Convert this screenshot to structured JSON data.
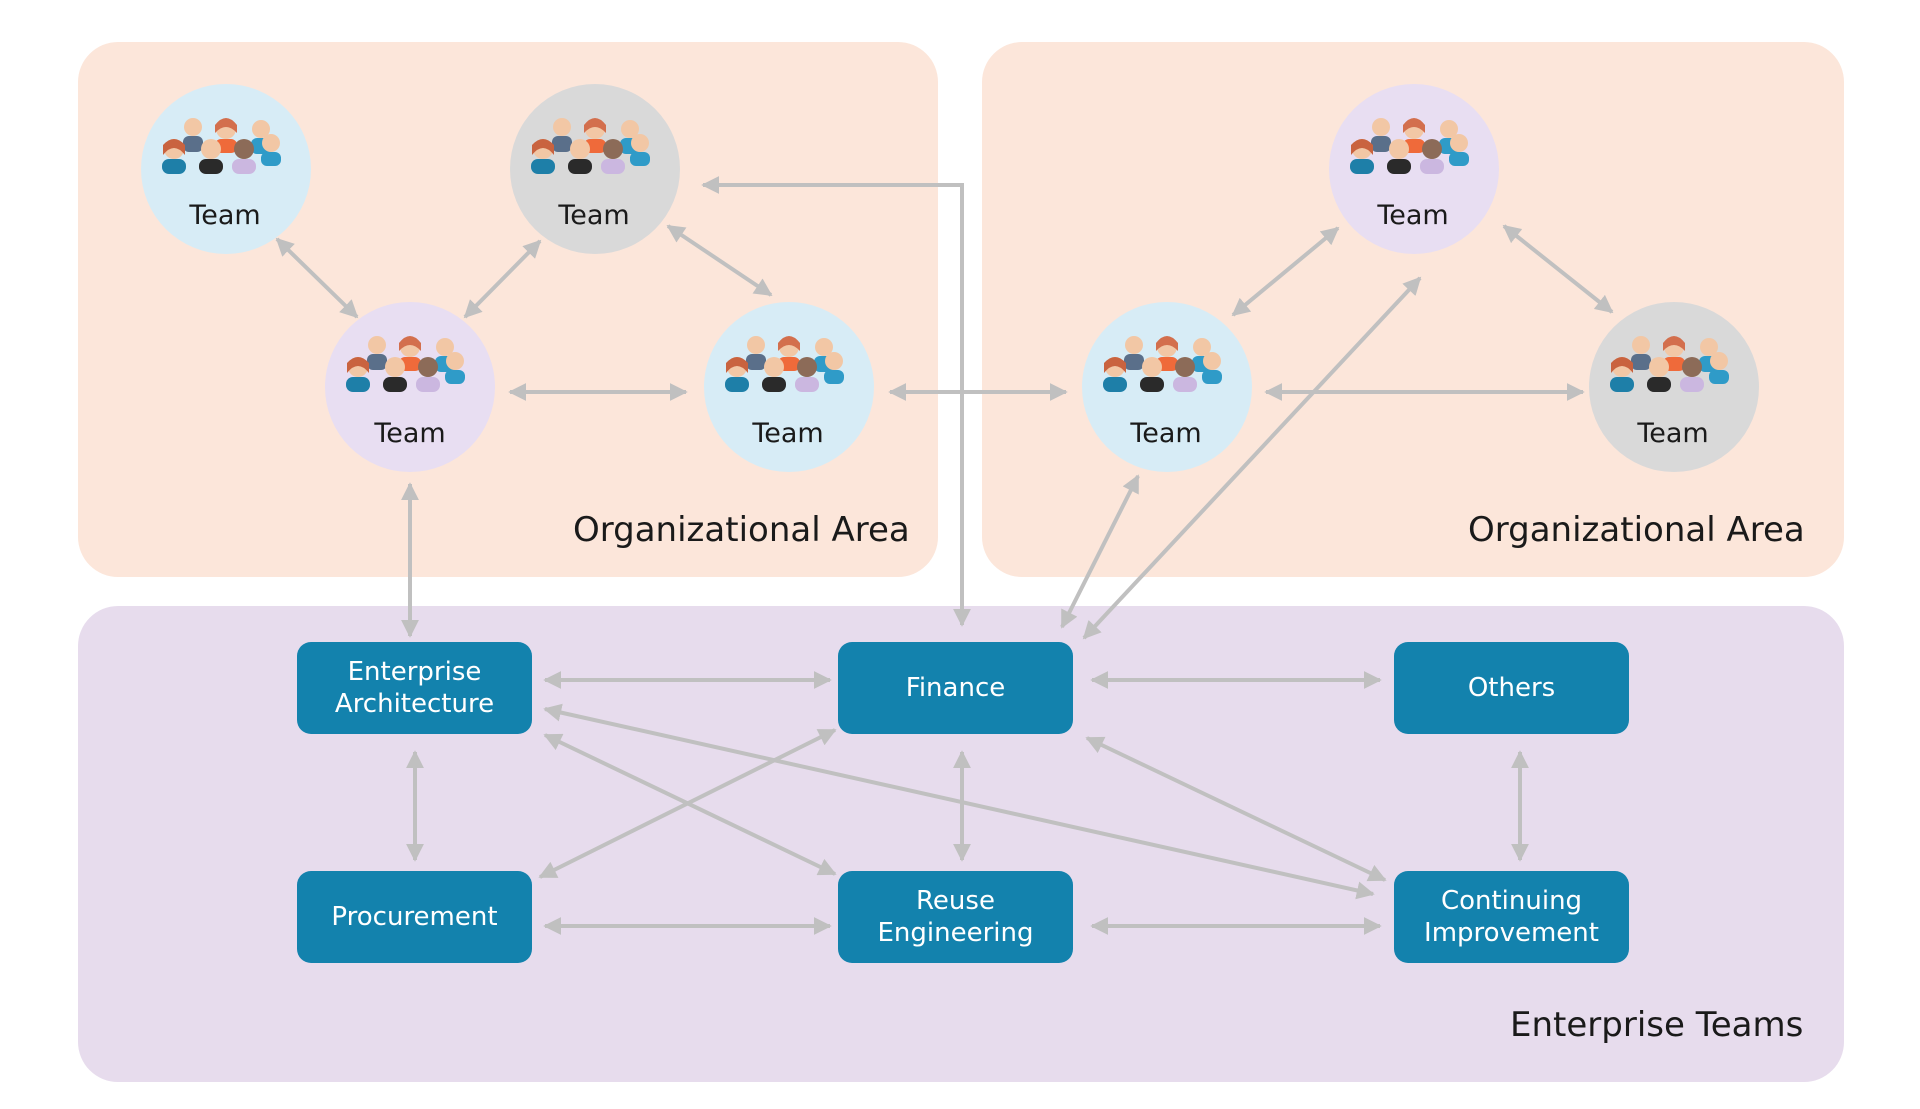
{
  "colors": {
    "org_area_bg": "#fce6da",
    "enterprise_bg": "#e7dced",
    "team_box_bg": "#1382ad",
    "arrow": "#c0c0c0",
    "circle_blue": "#d7ecf6",
    "circle_gray": "#d9d9d9",
    "circle_purple": "#e8def2"
  },
  "org_areas": [
    {
      "label": "Organizational Area"
    },
    {
      "label": "Organizational Area"
    }
  ],
  "enterprise_area": {
    "label": "Enterprise Teams"
  },
  "team_nodes": [
    {
      "label": "Team",
      "circle_color": "blue",
      "icon": "people-group-icon"
    },
    {
      "label": "Team",
      "circle_color": "gray",
      "icon": "people-group-icon"
    },
    {
      "label": "Team",
      "circle_color": "purple",
      "icon": "people-group-icon"
    },
    {
      "label": "Team",
      "circle_color": "blue",
      "icon": "people-group-icon"
    },
    {
      "label": "Team",
      "circle_color": "purple",
      "icon": "people-group-icon"
    },
    {
      "label": "Team",
      "circle_color": "blue",
      "icon": "people-group-icon"
    },
    {
      "label": "Team",
      "circle_color": "gray",
      "icon": "people-group-icon"
    }
  ],
  "enterprise_teams": [
    {
      "label": "Enterprise\nArchitecture"
    },
    {
      "label": "Finance"
    },
    {
      "label": "Others"
    },
    {
      "label": "Procurement"
    },
    {
      "label": "Reuse\nEngineering"
    },
    {
      "label": "Continuing\nImprovement"
    }
  ]
}
